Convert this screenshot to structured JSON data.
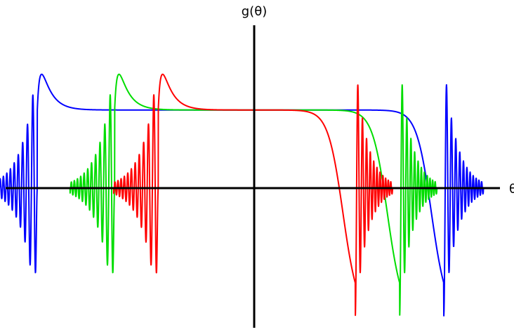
{
  "chart_data": {
    "type": "line",
    "title": "",
    "xlabel": "θ",
    "ylabel": "g(θ)",
    "xlim": [
      -1.0,
      1.0
    ],
    "ylim": [
      -1.0,
      1.0
    ],
    "grid": false,
    "legend": "none",
    "plateau_value": 0.52,
    "series": [
      {
        "color": "#0000ff",
        "left": {
          "flank_center": -0.875,
          "rise_width": 0.012,
          "decay_width": 0.04,
          "peak": 1.0,
          "ringing_extent": 0.18,
          "ringing_amplitude": 0.85,
          "first_trough": -0.85,
          "ringing_cycles": 7
        },
        "right": {
          "flank_center": 0.765,
          "fall_width": 0.03,
          "trough": -0.85,
          "ringing_extent": 0.16,
          "ringing_amplitude": 0.62,
          "ringing_cycles": 7
        }
      },
      {
        "color": "#00dd00",
        "left": {
          "flank_center": -0.563,
          "rise_width": 0.012,
          "decay_width": 0.04,
          "peak": 1.0,
          "ringing_extent": 0.18,
          "ringing_amplitude": 0.85,
          "first_trough": -0.85,
          "ringing_cycles": 7
        },
        "right": {
          "flank_center": 0.587,
          "fall_width": 0.03,
          "trough": -0.85,
          "ringing_extent": 0.15,
          "ringing_amplitude": 0.62,
          "ringing_cycles": 7
        }
      },
      {
        "color": "#ff0000",
        "left": {
          "flank_center": -0.387,
          "rise_width": 0.012,
          "decay_width": 0.04,
          "peak": 1.0,
          "ringing_extent": 0.18,
          "ringing_amplitude": 0.85,
          "first_trough": -0.85,
          "ringing_cycles": 7
        },
        "right": {
          "flank_center": 0.408,
          "fall_width": 0.03,
          "trough": -0.85,
          "ringing_extent": 0.15,
          "ringing_amplitude": 0.62,
          "ringing_cycles": 7
        }
      }
    ]
  }
}
